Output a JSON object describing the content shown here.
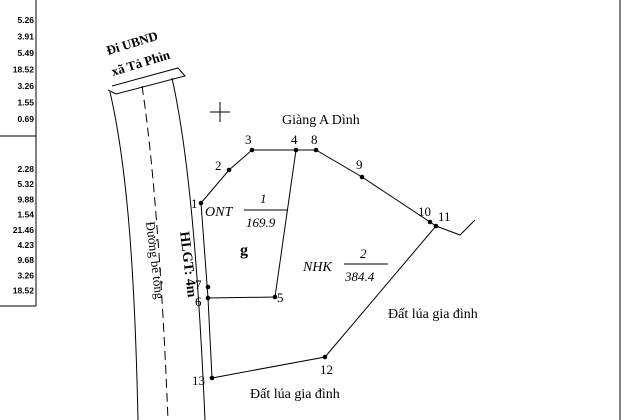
{
  "left_table": {
    "group1": [
      "5.26",
      "3.91",
      "5.49",
      "18.52",
      "3.26",
      "1.55",
      "0.69"
    ],
    "group2": [
      "2.28",
      "5.32",
      "9.88",
      "1.54",
      "21.46",
      "4.23",
      "9.68",
      "3.26",
      "18.52"
    ]
  },
  "road_sign": {
    "line1": "Đi UBND",
    "line2": "xã Tả Phìn"
  },
  "road": {
    "name": "Đường bê tông",
    "width": "HLGT: 4m"
  },
  "neighbors": {
    "north": "Giàng A Dình",
    "east": "Đất lúa gia đình",
    "south": "Đất lúa gia đình"
  },
  "parcels": [
    {
      "type": "ONT",
      "number": "1",
      "area": "169.9"
    },
    {
      "type": "NHK",
      "number": "2",
      "area": "384.4"
    }
  ],
  "g_label": "g",
  "points": [
    "1",
    "2",
    "3",
    "4",
    "5",
    "6",
    "7",
    "8",
    "9",
    "10",
    "11",
    "12",
    "13"
  ]
}
